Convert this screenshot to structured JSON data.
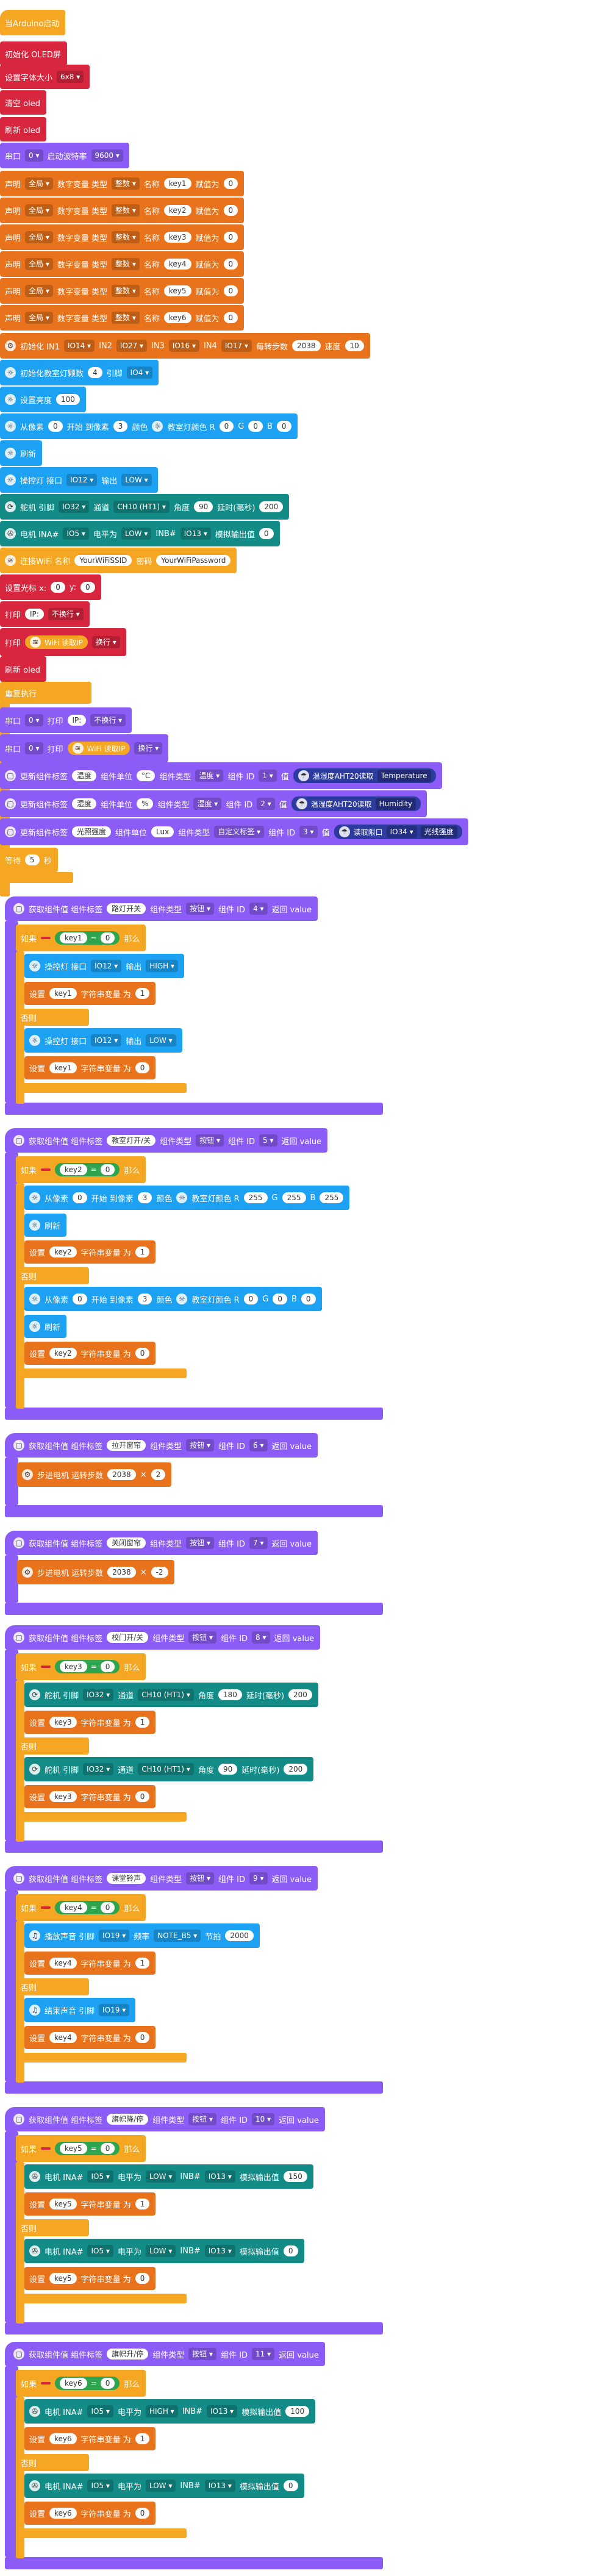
{
  "palette": {
    "orange": "#f5a623",
    "orange_deep": "#e8731c",
    "red": "#d7263d",
    "purple": "#8b5cf6",
    "blue": "#1da1f2",
    "teal": "#138c88",
    "navy": "#2d3a9e"
  },
  "setup": {
    "title": "当Arduino启动",
    "oled_init": "初始化 OLED屏",
    "font_label": "设置字体大小",
    "font_value": "6x8",
    "clear": "清空 oled",
    "refresh": "刷新 oled",
    "serial": {
      "port": "串口",
      "num": "0",
      "label": "启动波特率",
      "baud": "9600"
    },
    "declare": {
      "label": "声明",
      "scope": "全局",
      "type_label": "数字变量 类型",
      "type": "整数",
      "name_label": "名称",
      "assign": "赋值为",
      "value": "0"
    },
    "vars": [
      "key1",
      "key2",
      "key3",
      "key4",
      "key5",
      "key6"
    ],
    "stepper": {
      "label": "初始化 IN1",
      "in1": "IO14",
      "in2l": "IN2",
      "in2": "IO27",
      "in3l": "IN3",
      "in3": "IO16",
      "in4l": "IN4",
      "in4": "IO17",
      "steps_label": "每转步数",
      "steps": "2038",
      "speed_label": "速度",
      "speed": "10"
    },
    "neo_init": {
      "label": "初始化教室灯颗数",
      "count": "4",
      "pin_label": "引脚",
      "pin": "IO4"
    },
    "brightness": {
      "label": "设置亮度",
      "value": "100"
    },
    "fill1": {
      "from_label": "从像素",
      "from": "0",
      "start_label": "开始 到像素",
      "to": "3",
      "color_label": "颜色",
      "led_label": "教室灯颜色 R",
      "r": "0",
      "g_label": "G",
      "g": "0",
      "b_label": "B",
      "b": "0"
    },
    "refresh_led": "刷新",
    "digital_write1": {
      "label": "操控灯 接口",
      "pin": "IO12",
      "out_label": "输出",
      "value": "LOW"
    },
    "servo1": {
      "label": "舵机 引脚",
      "pin": "IO32",
      "ch_label": "通道",
      "ch": "CH10 (HT1)",
      "angle_label": "角度",
      "angle": "90",
      "delay_label": "延时(毫秒)",
      "delay": "200"
    },
    "motor1": {
      "label": "电机 INA#",
      "ina": "IO5",
      "level_label": "电平为",
      "level": "LOW",
      "inb_label": "INB#",
      "inb": "IO13",
      "pwm_label": "模拟输出值",
      "pwm": "0"
    },
    "wifi": {
      "label": "连接WiFi 名称",
      "ssid": "YourWiFiSSID",
      "pw_label": "密码",
      "pw": "YourWiFiPassword"
    },
    "cursor": {
      "label": "设置光标 x:",
      "x": "0",
      "y_label": "y:",
      "y": "0"
    },
    "print_ip": {
      "label": "打印",
      "value": "IP:",
      "nl": "不换行"
    },
    "print_wifi": {
      "label": "打印",
      "wifi": "WiFi 读取IP",
      "nl": "换行"
    },
    "refresh_oled": "刷新 oled",
    "repeat": "重复执行",
    "serial_print1": {
      "port": "串口",
      "num": "0",
      "label": "打印",
      "value": "IP:",
      "nl": "不换行"
    },
    "serial_print2": {
      "port": "串口",
      "num": "0",
      "label": "打印",
      "wifi": "WiFi 读取IP",
      "nl": "换行"
    },
    "updates": [
      {
        "label": "更新组件标签",
        "tag": "温度",
        "unit_label": "组件单位",
        "unit": "°C",
        "type_label": "组件类型",
        "type": "温度",
        "id_label": "组件 ID",
        "id": "1",
        "val_label": "值",
        "sensor": "温湿度AHT20读取",
        "field": "Temperature"
      },
      {
        "label": "更新组件标签",
        "tag": "湿度",
        "unit_label": "组件单位",
        "unit": "%",
        "type_label": "组件类型",
        "type": "湿度",
        "id_label": "组件 ID",
        "id": "2",
        "val_label": "值",
        "sensor": "温湿度AHT20读取",
        "field": "Humidity"
      },
      {
        "label": "更新组件标签",
        "tag": "光照强度",
        "unit_label": "组件单位",
        "unit": "Lux",
        "type_label": "组件类型",
        "type": "自定义标签",
        "id_label": "组件 ID",
        "id": "3",
        "val_label": "值",
        "sensor": "读取限口",
        "pin": "IO34",
        "field": "光线强度"
      }
    ],
    "wait": {
      "label": "等待",
      "value": "5",
      "unit": "秒"
    }
  },
  "events": [
    {
      "title": "获取组件值 组件标签",
      "tag": "路灯开关",
      "type_label": "组件类型",
      "type": "按钮",
      "id_label": "组件 ID",
      "id": "4",
      "ret": "返回 value",
      "if": "如果",
      "var": "key1",
      "eq": "=",
      "cmp": "0",
      "then": "那么",
      "else": "否则",
      "then_blocks": [
        {
          "kind": "dw",
          "label": "操控灯 接口",
          "pin": "IO12",
          "out_label": "输出",
          "value": "HIGH"
        },
        {
          "kind": "set",
          "label": "设置",
          "var": "key1",
          "mid": "字符串变量 为",
          "value": "1"
        }
      ],
      "else_blocks": [
        {
          "kind": "dw",
          "label": "操控灯 接口",
          "pin": "IO12",
          "out_label": "输出",
          "value": "LOW"
        },
        {
          "kind": "set",
          "label": "设置",
          "var": "key1",
          "mid": "字符串变量 为",
          "value": "0"
        }
      ]
    },
    {
      "title": "获取组件值 组件标签",
      "tag": "教室灯开/关",
      "type_label": "组件类型",
      "type": "按钮",
      "id_label": "组件 ID",
      "id": "5",
      "ret": "返回 value",
      "if": "如果",
      "var": "key2",
      "eq": "=",
      "cmp": "0",
      "then": "那么",
      "else": "否则",
      "then_blocks": [
        {
          "kind": "fill",
          "from_label": "从像素",
          "from": "0",
          "start_label": "开始 到像素",
          "to": "3",
          "color_label": "颜色",
          "led_label": "教室灯颜色 R",
          "r": "255",
          "g_label": "G",
          "g": "255",
          "b_label": "B",
          "b": "255"
        },
        {
          "kind": "refresh",
          "label": "刷新"
        },
        {
          "kind": "set",
          "label": "设置",
          "var": "key2",
          "mid": "字符串变量 为",
          "value": "1"
        }
      ],
      "else_blocks": [
        {
          "kind": "fill",
          "from_label": "从像素",
          "from": "0",
          "start_label": "开始 到像素",
          "to": "3",
          "color_label": "颜色",
          "led_label": "教室灯颜色 R",
          "r": "0",
          "g_label": "G",
          "g": "0",
          "b_label": "B",
          "b": "0"
        },
        {
          "kind": "refresh",
          "label": "刷新"
        },
        {
          "kind": "set",
          "label": "设置",
          "var": "key2",
          "mid": "字符串变量 为",
          "value": "0"
        }
      ]
    },
    {
      "title": "获取组件值 组件标签",
      "tag": "拉开窗帘",
      "type_label": "组件类型",
      "type": "按钮",
      "id_label": "组件 ID",
      "id": "6",
      "ret": "返回 value",
      "body": [
        {
          "kind": "step",
          "label": "步进电机 运转步数",
          "steps": "2038",
          "x": "×",
          "mult": "2"
        }
      ]
    },
    {
      "title": "获取组件值 组件标签",
      "tag": "关闭窗帘",
      "type_label": "组件类型",
      "type": "按钮",
      "id_label": "组件 ID",
      "id": "7",
      "ret": "返回 value",
      "body": [
        {
          "kind": "step",
          "label": "步进电机 运转步数",
          "steps": "2038",
          "x": "×",
          "mult": "-2"
        }
      ]
    },
    {
      "title": "获取组件值 组件标签",
      "tag": "校门开/关",
      "type_label": "组件类型",
      "type": "按钮",
      "id_label": "组件 ID",
      "id": "8",
      "ret": "返回 value",
      "if": "如果",
      "var": "key3",
      "eq": "=",
      "cmp": "0",
      "then": "那么",
      "else": "否则",
      "then_blocks": [
        {
          "kind": "servo",
          "label": "舵机 引脚",
          "pin": "IO32",
          "ch_label": "通道",
          "ch": "CH10 (HT1)",
          "angle_label": "角度",
          "angle": "180",
          "delay_label": "延时(毫秒)",
          "delay": "200"
        },
        {
          "kind": "set",
          "label": "设置",
          "var": "key3",
          "mid": "字符串变量 为",
          "value": "1"
        }
      ],
      "else_blocks": [
        {
          "kind": "servo",
          "label": "舵机 引脚",
          "pin": "IO32",
          "ch_label": "通道",
          "ch": "CH10 (HT1)",
          "angle_label": "角度",
          "angle": "90",
          "delay_label": "延时(毫秒)",
          "delay": "200"
        },
        {
          "kind": "set",
          "label": "设置",
          "var": "key3",
          "mid": "字符串变量 为",
          "value": "0"
        }
      ]
    },
    {
      "title": "获取组件值 组件标签",
      "tag": "课堂铃声",
      "type_label": "组件类型",
      "type": "按钮",
      "id_label": "组件 ID",
      "id": "9",
      "ret": "返回 value",
      "if": "如果",
      "var": "key4",
      "eq": "=",
      "cmp": "0",
      "then": "那么",
      "else": "否则",
      "then_blocks": [
        {
          "kind": "tone",
          "label": "播放声音 引脚",
          "pin": "IO19",
          "freq_label": "频率",
          "freq": "NOTE_B5",
          "beat_label": "节拍",
          "beat": "2000"
        },
        {
          "kind": "set",
          "label": "设置",
          "var": "key4",
          "mid": "字符串变量 为",
          "value": "1"
        }
      ],
      "else_blocks": [
        {
          "kind": "notone",
          "label": "结束声音 引脚",
          "pin": "IO19"
        },
        {
          "kind": "set",
          "label": "设置",
          "var": "key4",
          "mid": "字符串变量 为",
          "value": "0"
        }
      ]
    },
    {
      "title": "获取组件值 组件标签",
      "tag": "旗帜降/停",
      "type_label": "组件类型",
      "type": "按钮",
      "id_label": "组件 ID",
      "id": "10",
      "ret": "返回 value",
      "if": "如果",
      "var": "key5",
      "eq": "=",
      "cmp": "0",
      "then": "那么",
      "else": "否则",
      "then_blocks": [
        {
          "kind": "motor",
          "label": "电机 INA#",
          "ina": "IO5",
          "level_label": "电平为",
          "level": "LOW",
          "inb_label": "INB#",
          "inb": "IO13",
          "pwm_label": "模拟输出值",
          "pwm": "150"
        },
        {
          "kind": "set",
          "label": "设置",
          "var": "key5",
          "mid": "字符串变量 为",
          "value": "1"
        }
      ],
      "else_blocks": [
        {
          "kind": "motor",
          "label": "电机 INA#",
          "ina": "IO5",
          "level_label": "电平为",
          "level": "LOW",
          "inb_label": "INB#",
          "inb": "IO13",
          "pwm_label": "模拟输出值",
          "pwm": "0"
        },
        {
          "kind": "set",
          "label": "设置",
          "var": "key5",
          "mid": "字符串变量 为",
          "value": "0"
        }
      ]
    },
    {
      "title": "获取组件值 组件标签",
      "tag": "旗帜升/停",
      "type_label": "组件类型",
      "type": "按钮",
      "id_label": "组件 ID",
      "id": "11",
      "ret": "返回 value",
      "if": "如果",
      "var": "key6",
      "eq": "=",
      "cmp": "0",
      "then": "那么",
      "else": "否则",
      "then_blocks": [
        {
          "kind": "motor",
          "label": "电机 INA#",
          "ina": "IO5",
          "level_label": "电平为",
          "level": "HIGH",
          "inb_label": "INB#",
          "inb": "IO13",
          "pwm_label": "模拟输出值",
          "pwm": "100"
        },
        {
          "kind": "set",
          "label": "设置",
          "var": "key6",
          "mid": "字符串变量 为",
          "value": "1"
        }
      ],
      "else_blocks": [
        {
          "kind": "motor",
          "label": "电机 INA#",
          "ina": "IO5",
          "level_label": "电平为",
          "level": "LOW",
          "inb_label": "INB#",
          "inb": "IO13",
          "pwm_label": "模拟输出值",
          "pwm": "0"
        },
        {
          "kind": "set",
          "label": "设置",
          "var": "key6",
          "mid": "字符串变量 为",
          "value": "0"
        }
      ]
    }
  ]
}
